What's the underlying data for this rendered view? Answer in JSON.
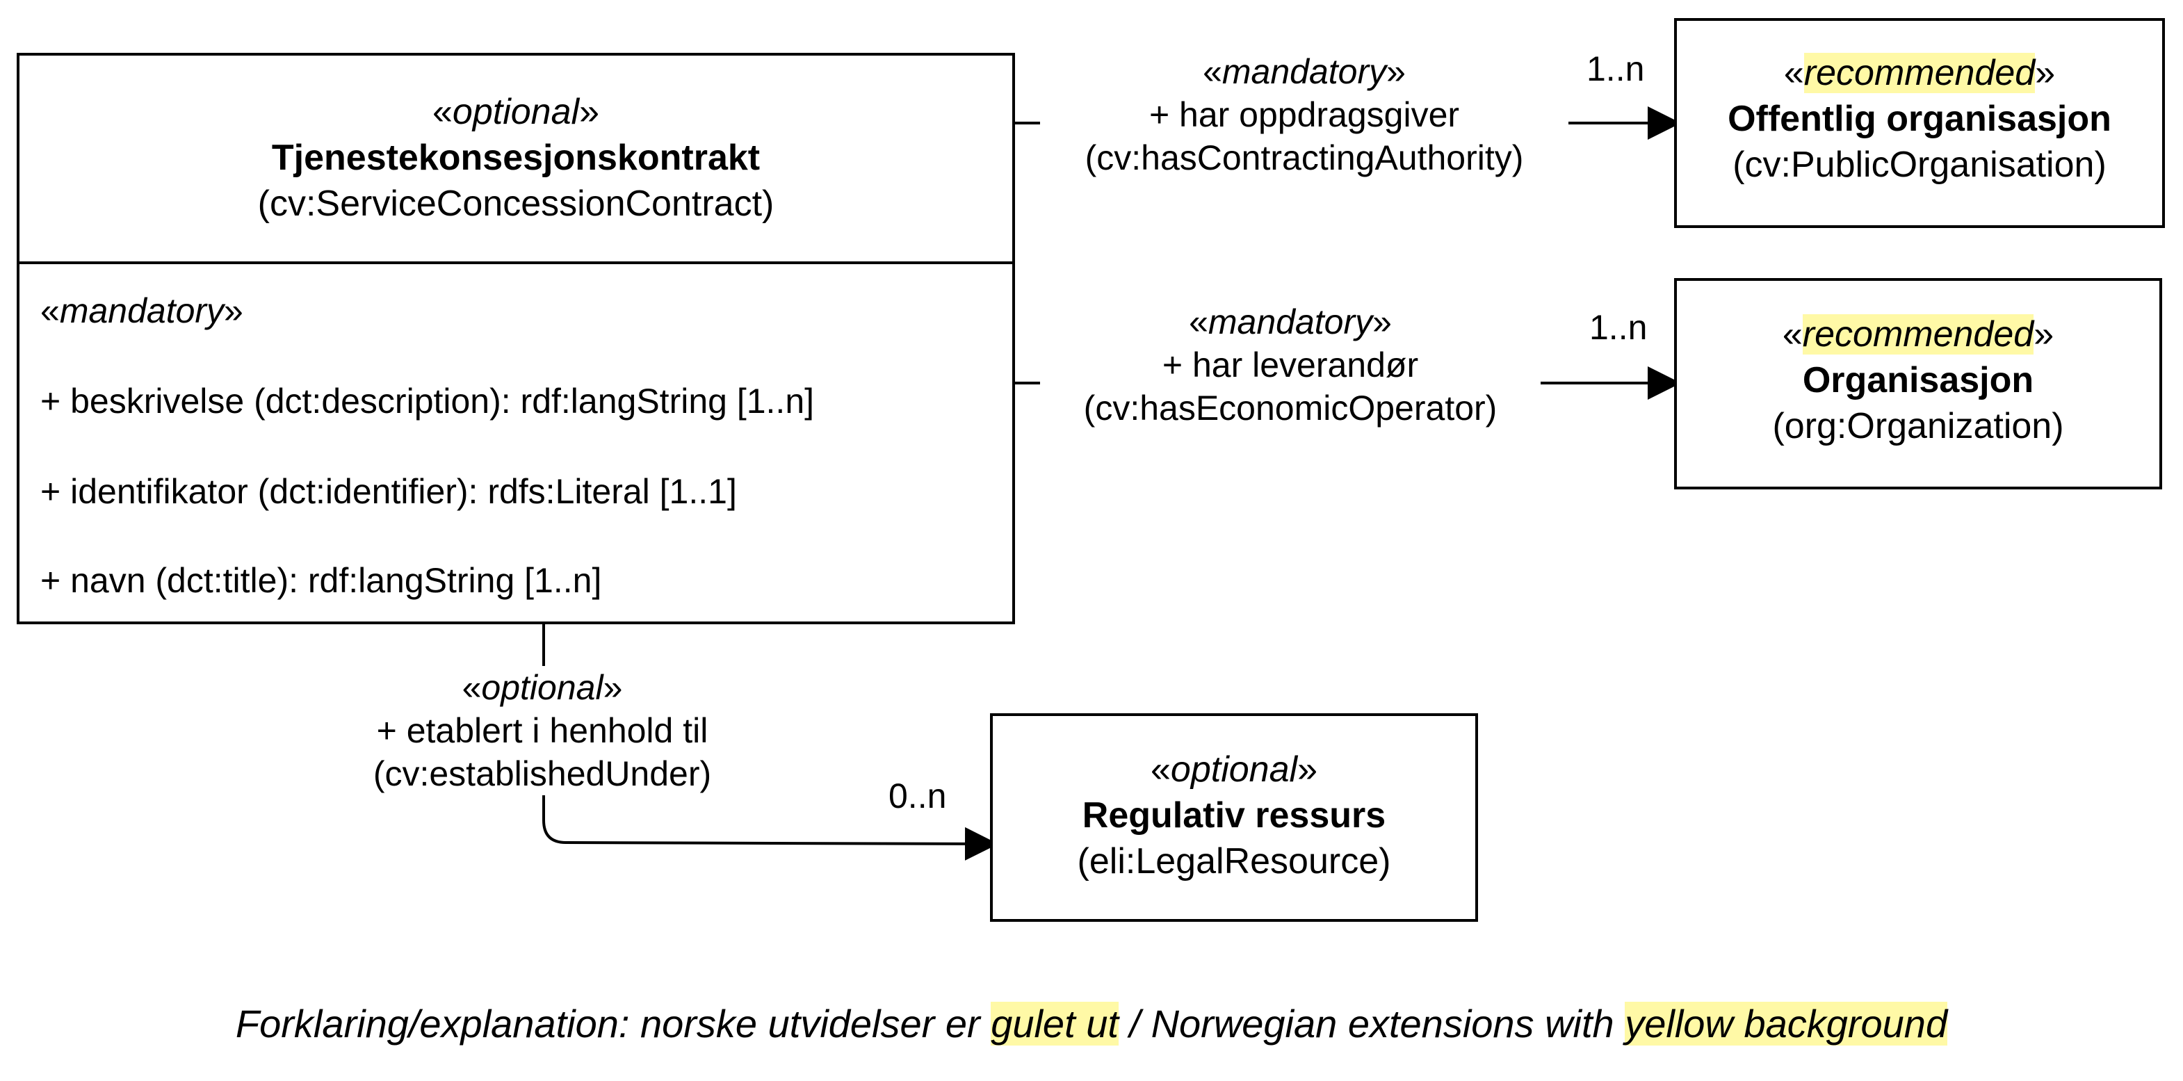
{
  "main_class": {
    "stereotype": "optional",
    "name": "Tjenestekonsesjonskontrakt",
    "uri": "(cv:ServiceConcessionContract)",
    "attributes_stereotype": "mandatory",
    "attributes": [
      "+ beskrivelse (dct:description): rdf:langString [1..n]",
      "+ identifikator (dct:identifier): rdfs:Literal [1..1]",
      "+ navn (dct:title): rdf:langString [1..n]"
    ]
  },
  "public_org": {
    "stereotype": "recommended",
    "name": "Offentlig organisasjon",
    "uri": "(cv:PublicOrganisation)"
  },
  "organization": {
    "stereotype": "recommended",
    "name": "Organisasjon",
    "uri": "(org:Organization)"
  },
  "legal_resource": {
    "stereotype": "optional",
    "name": "Regulativ ressurs",
    "uri": "(eli:LegalResource)"
  },
  "relations": {
    "contracting_authority": {
      "stereotype": "mandatory",
      "label": "+ har oppdragsgiver",
      "uri": "(cv:hasContractingAuthority)",
      "multiplicity": "1..n"
    },
    "economic_operator": {
      "stereotype": "mandatory",
      "label": "+ har leverandør",
      "uri": "(cv:hasEconomicOperator)",
      "multiplicity": "1..n"
    },
    "established_under": {
      "stereotype": "optional",
      "label": "+ etablert i henhold til",
      "uri": "(cv:establishedUnder)",
      "multiplicity": "0..n"
    }
  },
  "footer": {
    "part1": "Forklaring/explanation: norske utvidelser er ",
    "hl1": "gulet ut",
    "part2": " / Norwegian extensions with ",
    "hl2": "yellow background"
  },
  "colors": {
    "highlight": "#fff9a6",
    "line": "#000000"
  }
}
